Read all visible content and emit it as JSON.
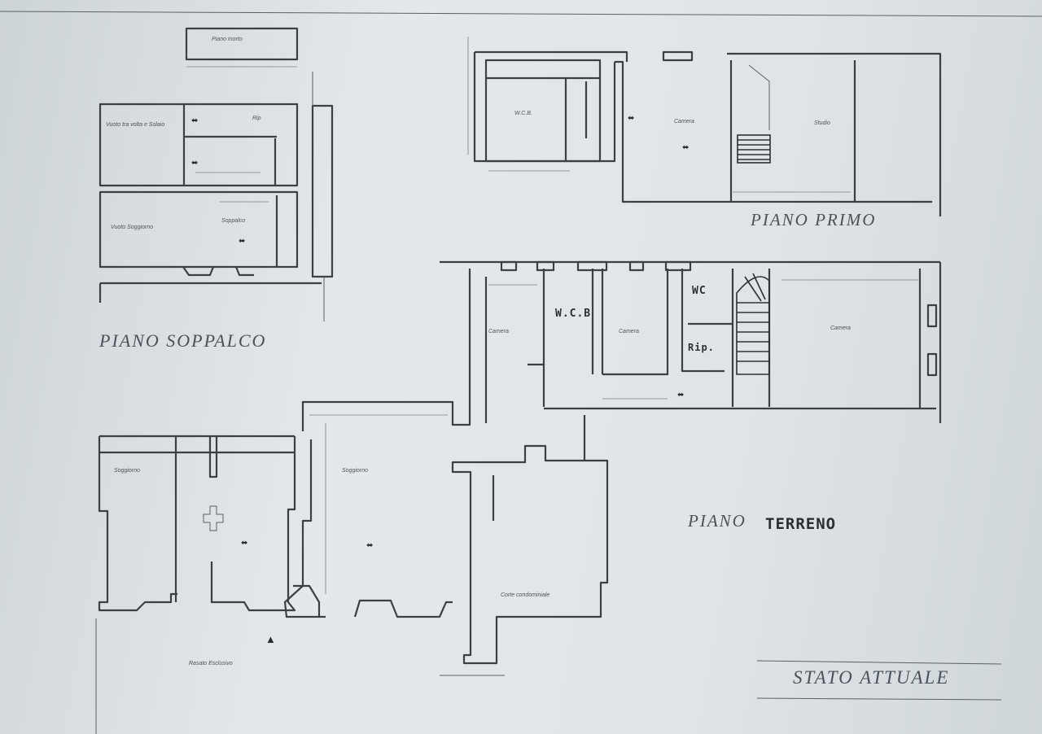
{
  "sheet": {
    "status_title": "STATO ATTUALE"
  },
  "plans": {
    "soppalco": {
      "title": "PIANO SOPPALCO",
      "rooms": [
        "Piano morto",
        "Vuoto tra volta e Solaio",
        "Rip",
        "Vuoto Soggiorno",
        "Soppalco"
      ]
    },
    "primo": {
      "title": "PIANO PRIMO",
      "rooms": [
        "W.C.B.",
        "Camera",
        "Studio"
      ]
    },
    "terreno": {
      "title_printed": "PIANO",
      "title_handwritten": "TERRENO",
      "rooms": [
        "Camera",
        "Camera",
        "Camera",
        "Soggiorno",
        "Soggiorno",
        "Corte condominiale",
        "Rasato Esclusivo"
      ],
      "handwritten": [
        "W.C.B",
        "WC",
        "Rip."
      ]
    }
  },
  "markers": {
    "elevation": "⬌",
    "entrance": "▲"
  }
}
